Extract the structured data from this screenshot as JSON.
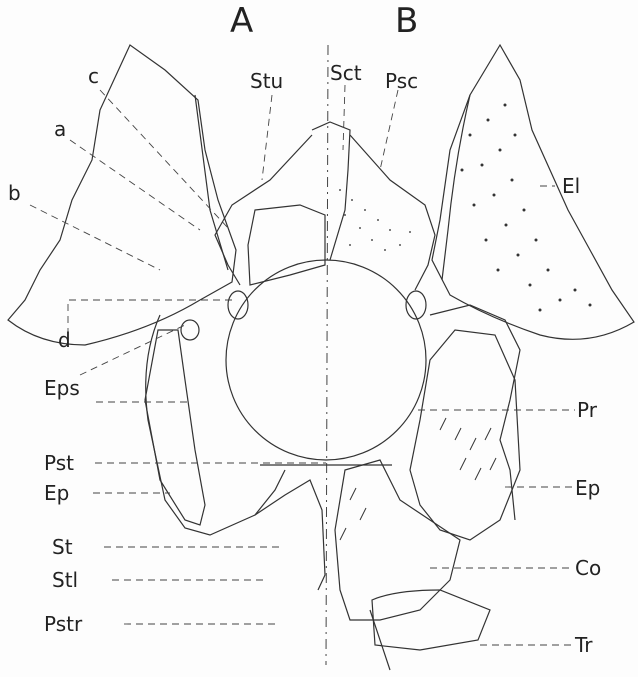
{
  "panels": {
    "left": "A",
    "right": "B"
  },
  "labels": {
    "stu": "Stu",
    "sct": "Sct",
    "psc": "Psc",
    "c": "c",
    "a": "a",
    "b": "b",
    "d": "d",
    "el": "El",
    "eps": "Eps",
    "pr": "Pr",
    "pst": "Pst",
    "ep_left": "Ep",
    "ep_right": "Ep",
    "st": "St",
    "stl": "Stl",
    "co": "Co",
    "pstr": "Pstr",
    "tr": "Tr"
  },
  "colors": {
    "line": "#333333",
    "paper": "#fdfdfd",
    "text": "#222222"
  }
}
